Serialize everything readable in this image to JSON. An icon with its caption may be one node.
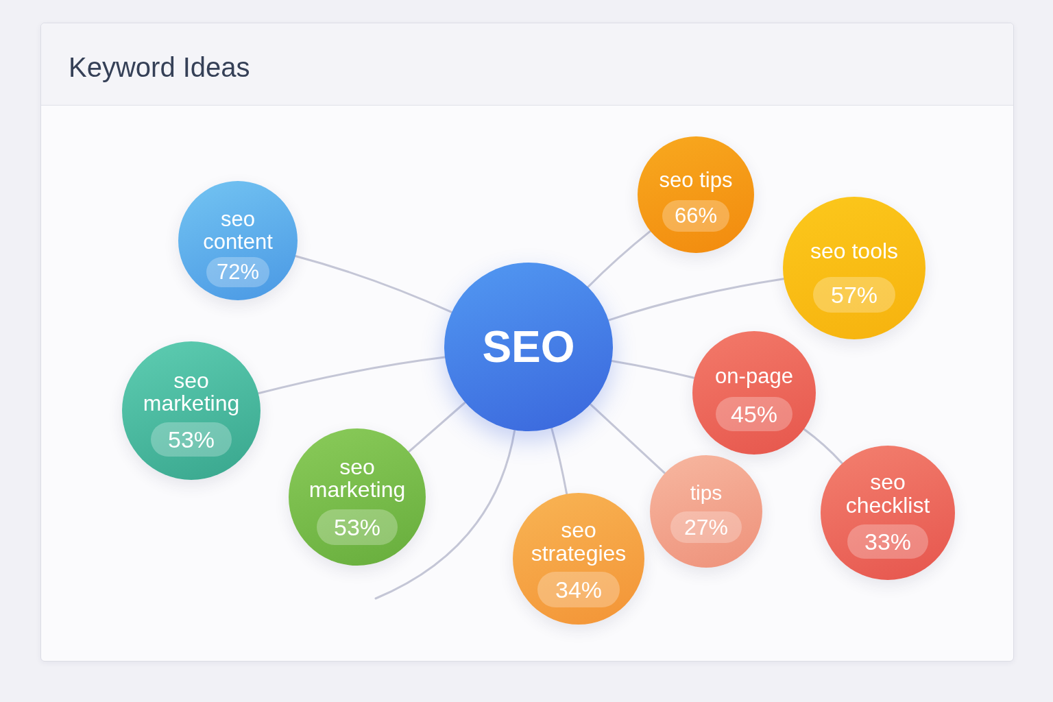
{
  "diagram": {
    "title": "Keyword Ideas",
    "nodes": [
      {
        "text": [
          "SEO"
        ]
      },
      {
        "text": [
          "seo tips",
          "66%"
        ]
      },
      {
        "text": [
          "seo content",
          "72%"
        ]
      },
      {
        "text": [
          "seo tools",
          "57%"
        ]
      },
      {
        "text": [
          "on-page",
          "45%"
        ]
      },
      {
        "text": [
          "seo marketing",
          "53%"
        ]
      },
      {
        "text": [
          "seo marketing",
          "53%"
        ]
      },
      {
        "text": [
          "tips",
          "27%"
        ]
      },
      {
        "text": [
          "seo checklist",
          "33%"
        ]
      },
      {
        "text": [
          "seo strategies",
          "34%"
        ]
      }
    ],
    "edges": [
      {
        "from": 0,
        "to": 1,
        "arrow": "none"
      },
      {
        "from": 0,
        "to": 2,
        "arrow": "none"
      },
      {
        "from": 0,
        "to": 3,
        "arrow": "none"
      },
      {
        "from": 0,
        "to": 4,
        "arrow": "none"
      },
      {
        "from": 0,
        "to": 5,
        "arrow": "none"
      },
      {
        "from": 0,
        "to": 6,
        "arrow": "none"
      },
      {
        "from": 0,
        "to": 7,
        "arrow": "none"
      },
      {
        "from": 0,
        "to": 9,
        "arrow": "none"
      },
      {
        "from": 0,
        "to": null,
        "arrow": "none"
      },
      {
        "from": 4,
        "to": 8,
        "arrow": "none"
      }
    ]
  }
}
